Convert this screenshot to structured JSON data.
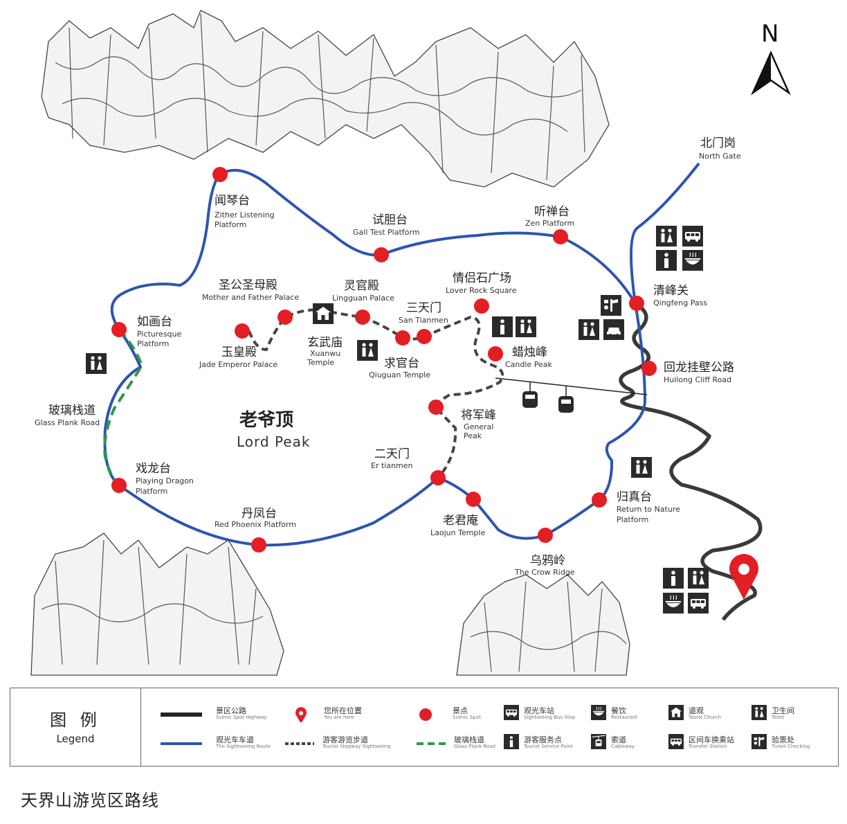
{
  "north_label": "N",
  "map_center": {
    "zh": "老爷顶",
    "en": "Lord Peak"
  },
  "places": [
    {
      "id": "wenqintai",
      "zh": "闻琴台",
      "en1": "Zither Listening",
      "en2": "Platform"
    },
    {
      "id": "shidantai",
      "zh": "试胆台",
      "en1": "Gall Test Platform",
      "en2": ""
    },
    {
      "id": "tingchantai",
      "zh": "听禅台",
      "en1": "Zen Platform",
      "en2": ""
    },
    {
      "id": "beimengang",
      "zh": "北门岗",
      "en1": "North Gate",
      "en2": ""
    },
    {
      "id": "qingfengguan",
      "zh": "清峰关",
      "en1": "Qingfeng Pass",
      "en2": ""
    },
    {
      "id": "huilong",
      "zh": "回龙挂壁公路",
      "en1": "Huilong Cliff Road",
      "en2": ""
    },
    {
      "id": "shenggong",
      "zh": "圣公圣母殿",
      "en1": "Mother and Father Palace",
      "en2": ""
    },
    {
      "id": "lingguan",
      "zh": "灵官殿",
      "en1": "Lingguan Palace",
      "en2": ""
    },
    {
      "id": "qinglvshi",
      "zh": "情侣石广场",
      "en1": "Lover Rock Square",
      "en2": ""
    },
    {
      "id": "santianmen",
      "zh": "三天门",
      "en1": "San Tianmen",
      "en2": ""
    },
    {
      "id": "ruhuatai",
      "zh": "如画台",
      "en1": "Picturesque",
      "en2": "Platform"
    },
    {
      "id": "yuhuangdian",
      "zh": "玉皇殿",
      "en1": "Jade Emperor Palace",
      "en2": ""
    },
    {
      "id": "xuanwumiao",
      "zh": "玄武庙",
      "en1": "Xuanwu",
      "en2": "Temple"
    },
    {
      "id": "qiuguantai",
      "zh": "求官台",
      "en1": "Qiuguan Temple",
      "en2": ""
    },
    {
      "id": "lazhufeng",
      "zh": "蜡烛峰",
      "en1": "Candle Peak",
      "en2": ""
    },
    {
      "id": "boli",
      "zh": "玻璃栈道",
      "en1": "Glass Plank Road",
      "en2": ""
    },
    {
      "id": "jiangjunfeng",
      "zh": "将军峰",
      "en1": "General",
      "en2": "Peak"
    },
    {
      "id": "ertianmen",
      "zh": "二天门",
      "en1": "Er tianmen",
      "en2": ""
    },
    {
      "id": "xilongtai",
      "zh": "戏龙台",
      "en1": "Playing Dragon",
      "en2": "Platform"
    },
    {
      "id": "guizhentai",
      "zh": "归真台",
      "en1": "Return to Nature",
      "en2": "Platform"
    },
    {
      "id": "laojunan",
      "zh": "老君庵",
      "en1": "Laojun Temple",
      "en2": ""
    },
    {
      "id": "danfengtai",
      "zh": "丹凤台",
      "en1": "Red Phoenix Platform",
      "en2": ""
    },
    {
      "id": "wuyaling",
      "zh": "乌鸦岭",
      "en1": "The Crow Ridge",
      "en2": ""
    }
  ],
  "colors": {
    "sightseeing_route": "#2b55b0",
    "tourist_highway": "#3a3a3a",
    "hiking_route": "#444444",
    "glass_plank": "#2a9a4a",
    "scenic_spot": "#e31e24",
    "icon_bg": "#2a2a2a"
  },
  "legend": {
    "title_zh": "图 例",
    "title_en": "Legend",
    "items": [
      {
        "key": "highway",
        "zh": "景区公路",
        "en": "Scenic Spot Highway"
      },
      {
        "key": "location",
        "zh": "您所在位置",
        "en": "You are here"
      },
      {
        "key": "spot",
        "zh": "景点",
        "en": "Scenic Spot"
      },
      {
        "key": "bus_stop",
        "zh": "观光车站",
        "en": "Sightseeing Bus Stop"
      },
      {
        "key": "restaurant",
        "zh": "餐饮",
        "en": "Restaurant"
      },
      {
        "key": "temple",
        "zh": "道观",
        "en": "Taoist Church"
      },
      {
        "key": "toilet",
        "zh": "卫生间",
        "en": "Toilet"
      },
      {
        "key": "bus_route",
        "zh": "观光车车道",
        "en": "The Sightseeing Route"
      },
      {
        "key": "hiking",
        "zh": "游客游览步道",
        "en": "Tourist Stepway Sightseeing"
      },
      {
        "key": "glass",
        "zh": "玻璃栈道",
        "en": "Glass Plank Road"
      },
      {
        "key": "service",
        "zh": "游客服务点",
        "en": "Tourist Service Point"
      },
      {
        "key": "cableway",
        "zh": "索道",
        "en": "Cableway"
      },
      {
        "key": "transfer",
        "zh": "区间车换乘站",
        "en": "Transfer Station"
      },
      {
        "key": "ticket",
        "zh": "验票处",
        "en": "Ticket Checking"
      }
    ]
  },
  "caption": "天界山游览区路线"
}
